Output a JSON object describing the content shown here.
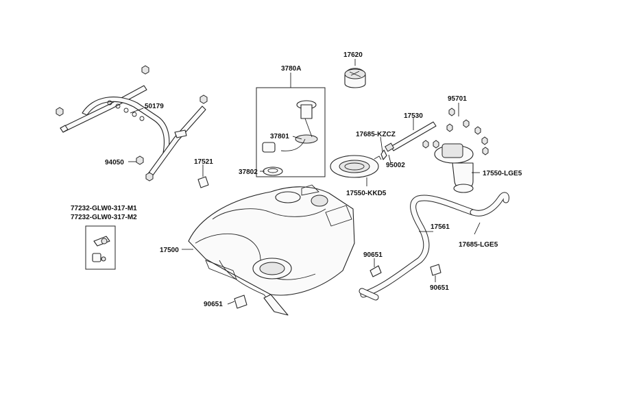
{
  "parts": {
    "p50179": "50179",
    "p94050": "94050",
    "p17521": "17521",
    "p3780A": "3780A",
    "p17620": "17620",
    "p37801": "37801",
    "p37802": "37802",
    "p17530": "17530",
    "p17685_KZCZ": "17685-KZCZ",
    "p95701": "95701",
    "p95002": "95002",
    "p17550_LGE5": "17550-LGE5",
    "p17550_KKD5": "17550-KKD5",
    "p77232_M1": "77232-GLW0-317-M1",
    "p77232_M2": "77232-GLW0-317-M2",
    "p17561": "17561",
    "p17685_LGE5": "17685-LGE5",
    "p17500": "17500",
    "p90651_a": "90651",
    "p90651_b": "90651",
    "p90651_c": "90651"
  }
}
